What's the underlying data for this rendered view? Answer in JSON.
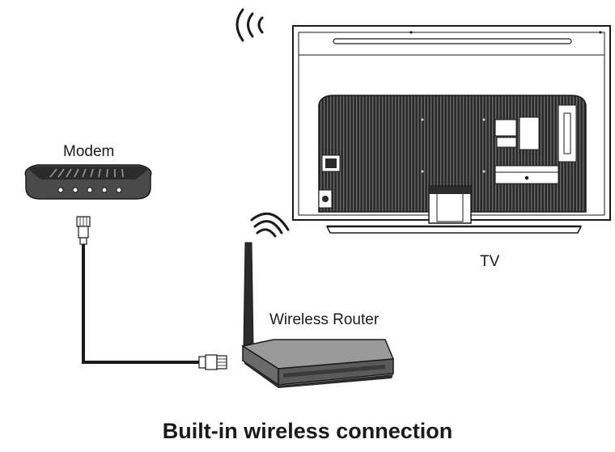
{
  "labels": {
    "modem": "Modem",
    "tv": "TV",
    "router": "Wireless Router"
  },
  "caption": "Built-in wireless connection"
}
